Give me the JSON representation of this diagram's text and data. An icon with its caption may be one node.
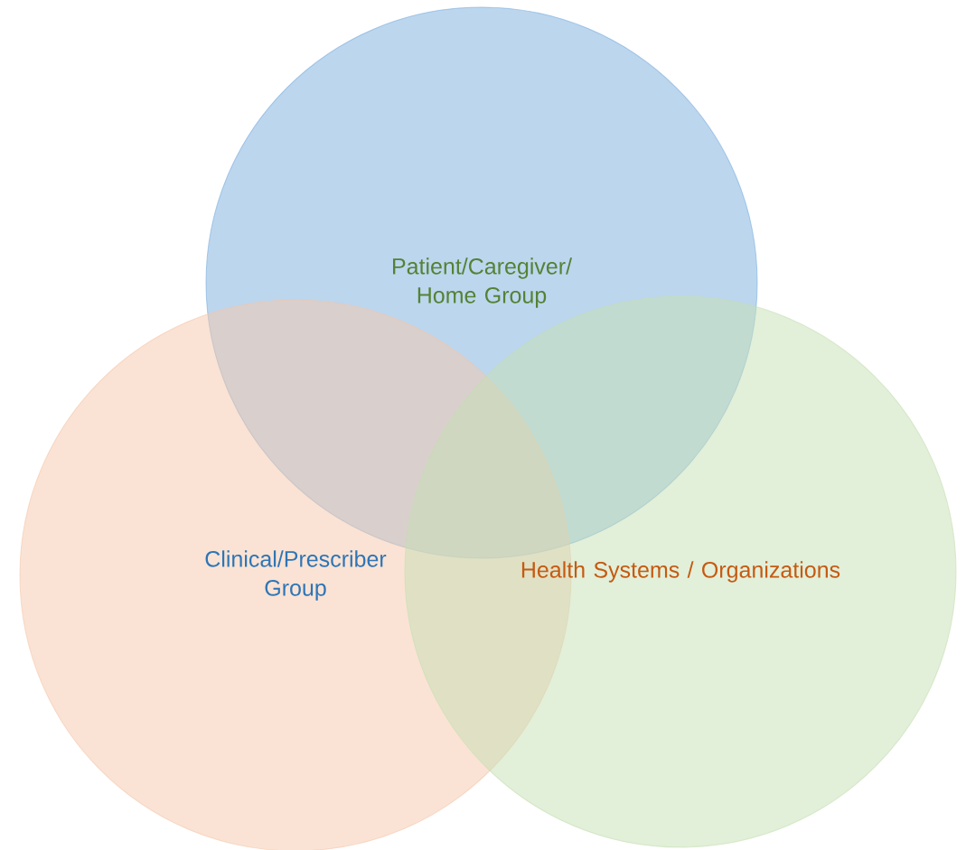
{
  "diagram": {
    "nodes": [
      {
        "text": [
          "Patient/Caregiver/ Home Group"
        ]
      },
      {
        "text": [
          "Clinical/Prescriber Group"
        ]
      },
      {
        "text": [
          "Health Systems / Organizations"
        ]
      }
    ]
  }
}
